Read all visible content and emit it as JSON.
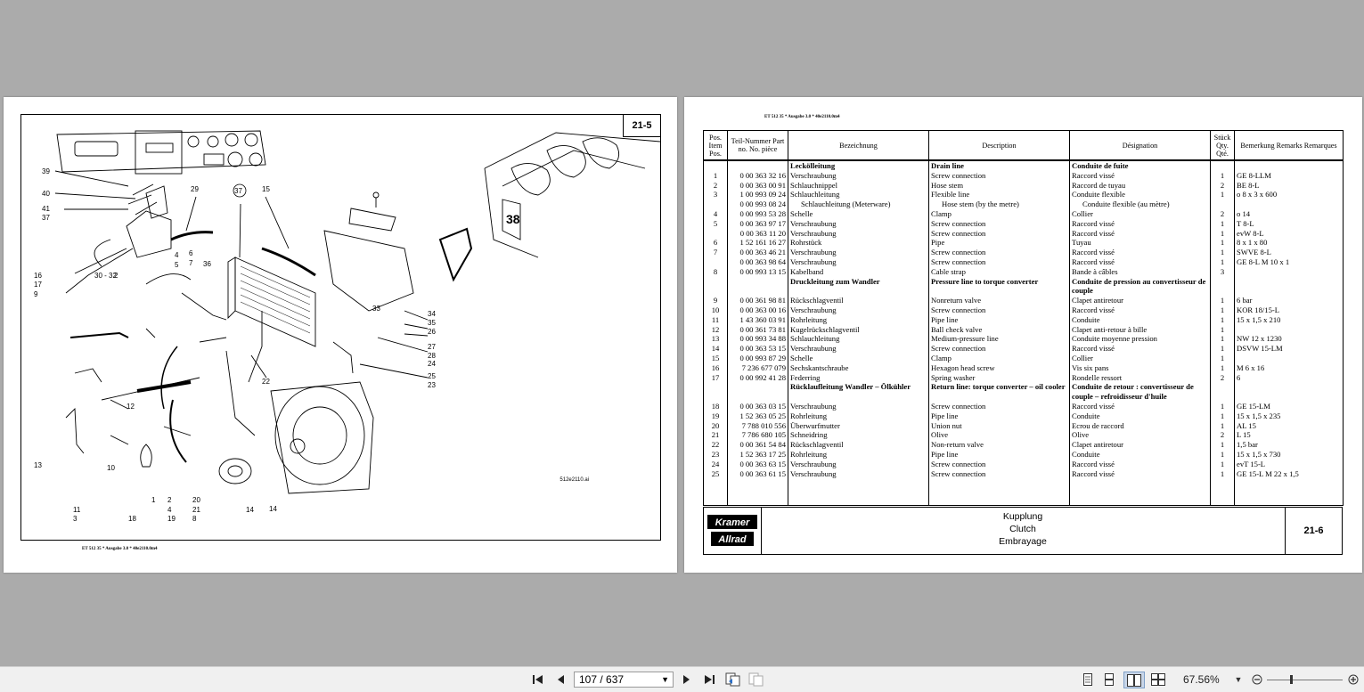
{
  "left_page": {
    "page_number": "21-5",
    "figure_code": "512e2110.ai",
    "footer": "ET 512 35 * Ausgabe 3.0 * 40e2110.0m4",
    "callouts": [
      "38",
      "39",
      "40",
      "41",
      "37",
      "29",
      "37",
      "15",
      "16",
      "17",
      "9",
      "30 - 32",
      "2",
      "4",
      "5",
      "6",
      "7",
      "36",
      "33",
      "34",
      "35",
      "26",
      "27",
      "28",
      "24",
      "25",
      "23",
      "22",
      "12",
      "13",
      "10",
      "11",
      "3",
      "1",
      "2",
      "4",
      "19",
      "20",
      "21",
      "8",
      "18",
      "14"
    ]
  },
  "right_page": {
    "header_ref": "ET 512 35 * Ausgabe 3.0 * 40e2110.0m4",
    "columns": {
      "pos": "Pos. Item Pos.",
      "part": "Teil-Nummer Part no. No. pièce",
      "bez": "Bezeichnung",
      "desc": "Description",
      "des": "Désignation",
      "qty": "Stück Qty. Qté.",
      "rem": "Bemerkung Remarks Remarques"
    },
    "rows": [
      {
        "pos": "",
        "part": "",
        "bez": "Leckölleitung",
        "desc": "Drain line",
        "des": "Conduite de fuite",
        "qty": "",
        "rem": "",
        "hdr": true
      },
      {
        "pos": "1",
        "part": "0 00 363 32 16",
        "bez": "Verschraubung",
        "desc": "Screw connection",
        "des": "Raccord vissé",
        "qty": "1",
        "rem": "GE 8-LLM"
      },
      {
        "pos": "2",
        "part": "0 00 363 00 91",
        "bez": "Schlauchnippel",
        "desc": "Hose stem",
        "des": "Raccord de tuyau",
        "qty": "2",
        "rem": "BE 8-L"
      },
      {
        "pos": "3",
        "part": "1 00 993 09 24",
        "bez": "Schlauchleitung",
        "desc": "Flexible line",
        "des": "Conduite flexible",
        "qty": "1",
        "rem": "o 8 x 3 x 600"
      },
      {
        "pos": "",
        "part": "0 00 993 08 24",
        "bez": "Schlauchleitung (Meterware)",
        "desc": "Hose stem (by the metre)",
        "des": "Conduite flexible (au mètre)",
        "qty": "",
        "rem": "",
        "indent": true
      },
      {
        "pos": "4",
        "part": "0 00 993 53 28",
        "bez": "Schelle",
        "desc": "Clamp",
        "des": "Collier",
        "qty": "2",
        "rem": "o 14"
      },
      {
        "pos": "5",
        "part": "0 00 363 97 17",
        "bez": "Verschraubung",
        "desc": "Screw connection",
        "des": "Raccord vissé",
        "qty": "1",
        "rem": "T 8-L"
      },
      {
        "pos": "",
        "part": "0 00 363 11 20",
        "bez": "Verschraubung",
        "desc": "Screw connection",
        "des": "Raccord vissé",
        "qty": "1",
        "rem": "evW 8-L"
      },
      {
        "pos": "6",
        "part": "1 52 161 16 27",
        "bez": "Rohrstück",
        "desc": "Pipe",
        "des": "Tuyau",
        "qty": "1",
        "rem": "8 x 1 x 80"
      },
      {
        "pos": "7",
        "part": "0 00 363 46 21",
        "bez": "Verschraubung",
        "desc": "Screw connection",
        "des": "Raccord vissé",
        "qty": "1",
        "rem": "SWVE 8-L"
      },
      {
        "pos": "",
        "part": "0 00 363 98 64",
        "bez": "Verschraubung",
        "desc": "Screw connection",
        "des": "Raccord vissé",
        "qty": "1",
        "rem": "GE 8-L M 10 x 1"
      },
      {
        "pos": "8",
        "part": "0 00 993 13 15",
        "bez": "Kabelband",
        "desc": "Cable strap",
        "des": "Bande à câbles",
        "qty": "3",
        "rem": ""
      },
      {
        "pos": "",
        "part": "",
        "bez": "Druckleitung zum Wandler",
        "desc": "Pressure line to torque converter",
        "des": "Conduite de pression au convertisseur de couple",
        "qty": "",
        "rem": "",
        "hdr": true
      },
      {
        "pos": "9",
        "part": "0 00 361 98 81",
        "bez": "Rückschlagventil",
        "desc": "Nonreturn valve",
        "des": "Clapet antiretour",
        "qty": "1",
        "rem": "6 bar"
      },
      {
        "pos": "10",
        "part": "0 00 363 00 16",
        "bez": "Verschraubung",
        "desc": "Screw connection",
        "des": "Raccord vissé",
        "qty": "1",
        "rem": "KOR 18/15-L"
      },
      {
        "pos": "11",
        "part": "1 43 360 03 91",
        "bez": "Rohrleitung",
        "desc": "Pipe line",
        "des": "Conduite",
        "qty": "1",
        "rem": "15 x 1,5 x 210"
      },
      {
        "pos": "12",
        "part": "0 00 361 73 81",
        "bez": "Kugelrückschlagventil",
        "desc": "Ball check valve",
        "des": "Clapet anti-retour à bille",
        "qty": "1",
        "rem": ""
      },
      {
        "pos": "13",
        "part": "0 00 993 34 88",
        "bez": "Schlauchleitung",
        "desc": "Medium-pressure line",
        "des": "Conduite moyenne pression",
        "qty": "1",
        "rem": "NW 12 x 1230"
      },
      {
        "pos": "14",
        "part": "0 00 363 53 15",
        "bez": "Verschraubung",
        "desc": "Screw connection",
        "des": "Raccord vissé",
        "qty": "1",
        "rem": "DSVW 15-LM"
      },
      {
        "pos": "15",
        "part": "0 00 993 87 29",
        "bez": "Schelle",
        "desc": "Clamp",
        "des": "Collier",
        "qty": "1",
        "rem": ""
      },
      {
        "pos": "16",
        "part": "7 236 677 079",
        "bez": "Sechskantschraube",
        "desc": "Hexagon head screw",
        "des": "Vis six pans",
        "qty": "1",
        "rem": "M 6 x 16"
      },
      {
        "pos": "17",
        "part": "0 00 992 41 28",
        "bez": "Federring",
        "desc": "Spring washer",
        "des": "Rondelle ressort",
        "qty": "2",
        "rem": "6"
      },
      {
        "pos": "",
        "part": "",
        "bez": "Rücklaufleitung Wandler – Ölkühler",
        "desc": "Return line: torque converter – oil cooler",
        "des": "Conduite de retour : convertisseur de couple – refroidisseur d'huile",
        "qty": "",
        "rem": "",
        "hdr": true
      },
      {
        "pos": "18",
        "part": "0 00 363 03 15",
        "bez": "Verschraubung",
        "desc": "Screw connection",
        "des": "Raccord vissé",
        "qty": "1",
        "rem": "GE 15-LM"
      },
      {
        "pos": "19",
        "part": "1 52 363 05 25",
        "bez": "Rohrleitung",
        "desc": "Pipe line",
        "des": "Conduite",
        "qty": "1",
        "rem": "15 x 1,5 x 235"
      },
      {
        "pos": "20",
        "part": "7 788 010 556",
        "bez": "Überwurfmutter",
        "desc": "Union nut",
        "des": "Ecrou de raccord",
        "qty": "1",
        "rem": "AL 15"
      },
      {
        "pos": "21",
        "part": "7 786 680 105",
        "bez": "Schneidring",
        "desc": "Olive",
        "des": "Olive",
        "qty": "2",
        "rem": "L 15"
      },
      {
        "pos": "22",
        "part": "0 00 361 54 84",
        "bez": "Rückschlagventil",
        "desc": "Non-return valve",
        "des": "Clapet antiretour",
        "qty": "1",
        "rem": "1,5 bar"
      },
      {
        "pos": "23",
        "part": "1 52 363 17 25",
        "bez": "Rohrleitung",
        "desc": "Pipe line",
        "des": "Conduite",
        "qty": "1",
        "rem": "15 x 1,5 x 730"
      },
      {
        "pos": "24",
        "part": "0 00 363 63 15",
        "bez": "Verschraubung",
        "desc": "Screw connection",
        "des": "Raccord vissé",
        "qty": "1",
        "rem": "evT 15-L"
      },
      {
        "pos": "25",
        "part": "0 00 363 61 15",
        "bez": "Verschraubung",
        "desc": "Screw connection",
        "des": "Raccord vissé",
        "qty": "1",
        "rem": "GE 15-L M 22 x 1,5"
      }
    ],
    "logo_line1": "Kramer",
    "logo_line2": "Allrad",
    "title_de": "Kupplung",
    "title_en": "Clutch",
    "title_fr": "Embrayage",
    "page_number": "21-6"
  },
  "toolbar": {
    "page_display": "107 / 637",
    "zoom": "67.56%"
  }
}
